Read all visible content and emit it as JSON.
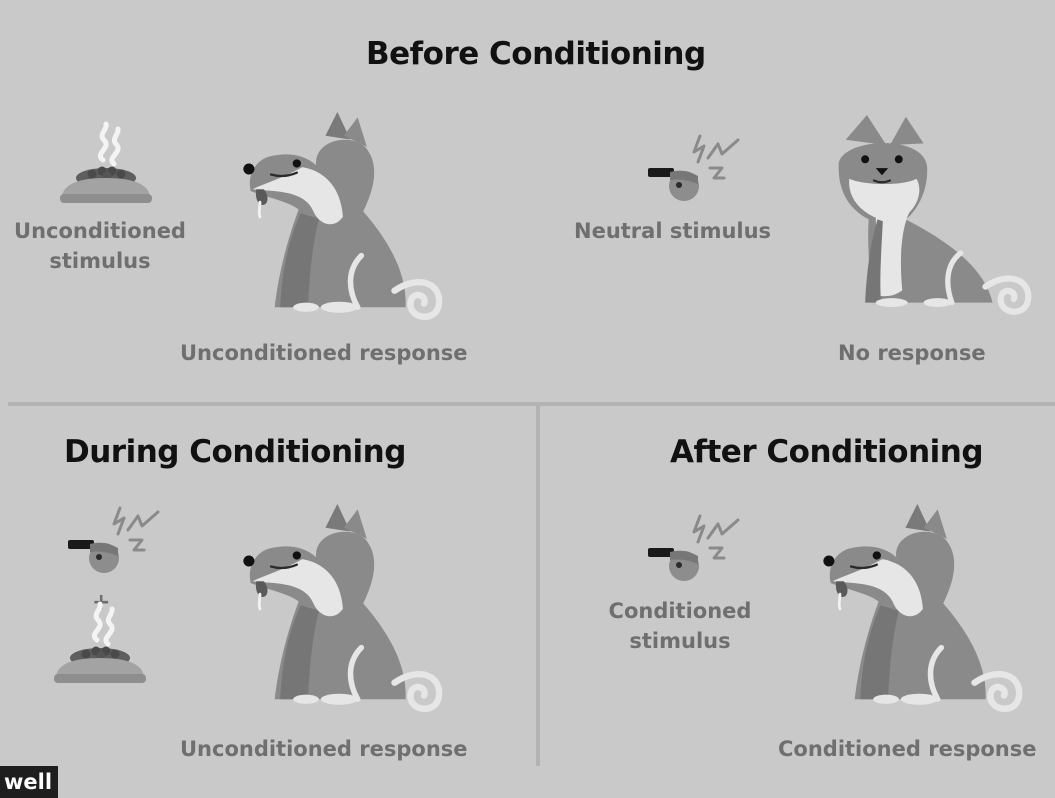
{
  "panels": {
    "before": {
      "title": "Before Conditioning",
      "left_stimulus_line1": "Unconditioned",
      "left_stimulus_line2": "stimulus",
      "left_response": "Unconditioned response",
      "right_stimulus": "Neutral stimulus",
      "right_response": "No response"
    },
    "during": {
      "title": "During Conditioning",
      "plus": "+",
      "response": "Unconditioned response"
    },
    "after": {
      "title": "After Conditioning",
      "stimulus_line1": "Conditioned",
      "stimulus_line2": "stimulus",
      "response": "Conditioned response"
    }
  },
  "logo": "well",
  "icons": [
    "food-bowl-icon",
    "whistle-icon",
    "dog-salivating-illustration",
    "dog-neutral-illustration"
  ],
  "colors": {
    "background": "#c9c9c9",
    "title_text": "#111111",
    "label_text": "#6f6f6f",
    "dog_body": "#8a8a8a",
    "dog_light": "#e6e6e6"
  }
}
